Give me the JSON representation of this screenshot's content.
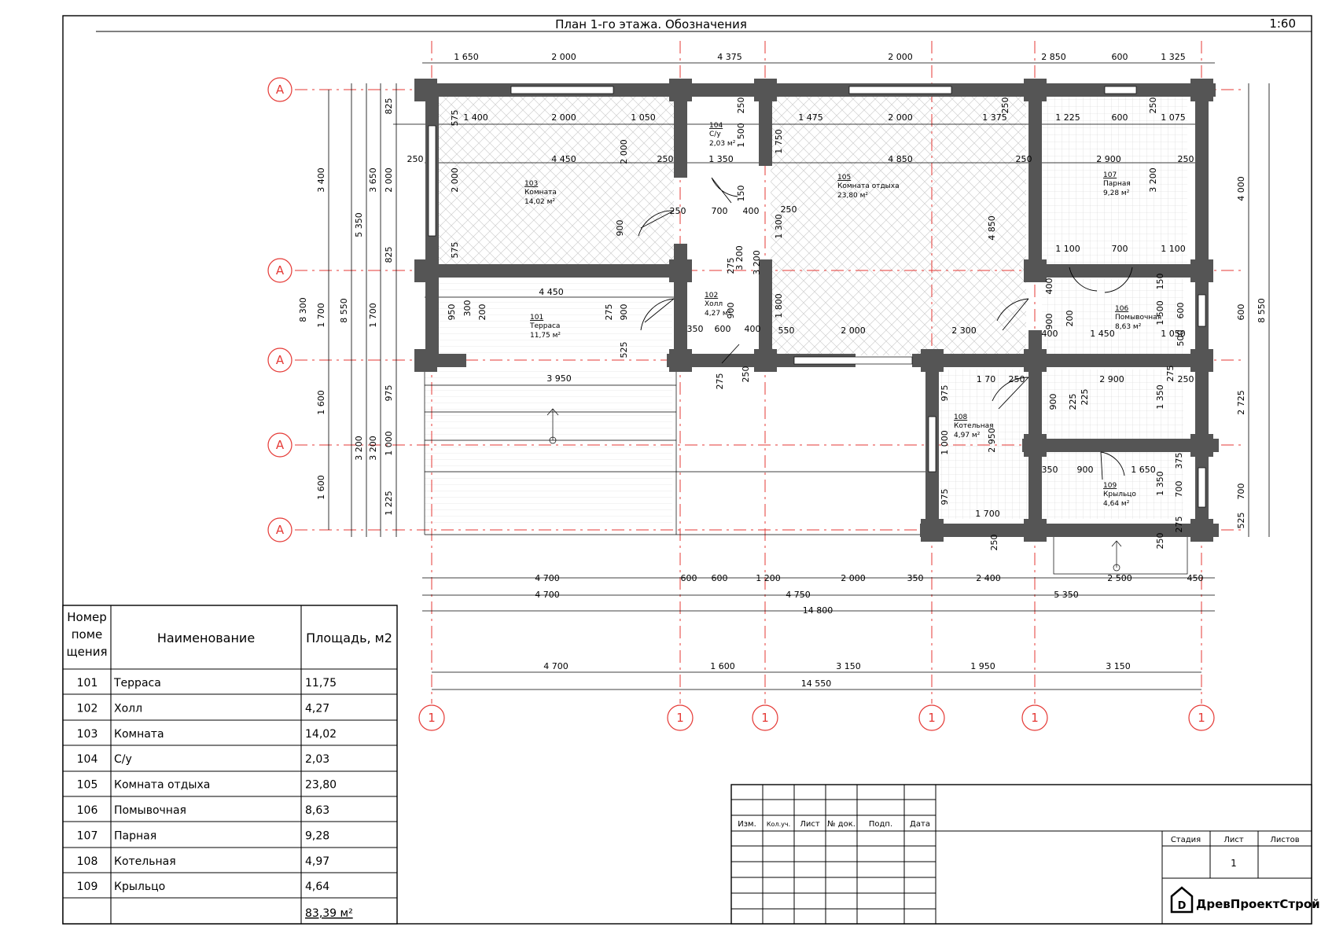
{
  "header": {
    "title": "План 1-го этажа. Обозначения",
    "scale": "1:60"
  },
  "rooms": [
    {
      "num": "101",
      "name": "Терраса",
      "area": "11,75 м²"
    },
    {
      "num": "102",
      "name": "Холл",
      "area": "4,27 м²"
    },
    {
      "num": "103",
      "name": "Комната",
      "area": "14,02 м²"
    },
    {
      "num": "104",
      "name": "С/у",
      "area": "2,03 м²"
    },
    {
      "num": "105",
      "name": "Комната отдыха",
      "area": "23,80 м²"
    },
    {
      "num": "106",
      "name": "Помывочная",
      "area": "8,63 м²"
    },
    {
      "num": "107",
      "name": "Парная",
      "area": "9,28 м²"
    },
    {
      "num": "108",
      "name": "Котельная",
      "area": "4,97 м²"
    },
    {
      "num": "109",
      "name": "Крыльцо",
      "area": "4,64 м²"
    }
  ],
  "axes": {
    "row_label": "А",
    "col_label": "1"
  },
  "dims": {
    "top": [
      "1 650",
      "2 000",
      "4 375",
      "2 000",
      "2 850",
      "600",
      "1 325"
    ],
    "bottom1": [
      "4 700",
      "600",
      "600",
      "1 200",
      "2 000",
      "350",
      "2 400",
      "2 500",
      "450"
    ],
    "bottom2": [
      "4 700",
      "4 750",
      "5 350"
    ],
    "bottom_total": "14 800",
    "axis_chain": [
      "4 700",
      "1 600",
      "3 150",
      "1 950",
      "3 150"
    ],
    "axis_total": "14 550",
    "left_outer": [
      "3 400",
      "1 700",
      "1 600",
      "1 600"
    ],
    "left_total": "8 300",
    "left_mid": [
      "5 350",
      "3 200"
    ],
    "left_total2": "8 550",
    "left_inner": [
      "3 650",
      "1 700",
      "3 200"
    ],
    "left_fine": [
      "825",
      "2 000",
      "825",
      "975",
      "1 000",
      "1 225"
    ],
    "right_outer": [
      "4 000",
      "600",
      "2 725",
      "700",
      "525"
    ],
    "right_total": "8 550",
    "interior": [
      "575",
      "1 400",
      "2 000",
      "1 050",
      "250",
      "4 450",
      "250",
      "2 000",
      "575",
      "250",
      "900",
      "2 000",
      "250",
      "1 350",
      "1 500",
      "250",
      "700",
      "400",
      "150",
      "1 475",
      "2 000",
      "1 375",
      "250",
      "1 750",
      "4 850",
      "250",
      "1 300",
      "1 800",
      "550",
      "2 000",
      "2 300",
      "4 850",
      "1 225",
      "600",
      "1 075",
      "250",
      "2 900",
      "250",
      "3 200",
      "1 100",
      "700",
      "1 100",
      "400",
      "900",
      "200",
      "400",
      "1 450",
      "1 050",
      "150",
      "1 500",
      "600",
      "500",
      "4 450",
      "950",
      "300",
      "200",
      "275",
      "900",
      "525",
      "3 950",
      "350",
      "600",
      "400",
      "275",
      "250",
      "1 70",
      "250",
      "2 900",
      "250",
      "975",
      "975",
      "2 950",
      "1 000",
      "1 700",
      "900",
      "225",
      "225",
      "1 350",
      "1 650",
      "350",
      "900",
      "1 350",
      "375",
      "700",
      "275",
      "250",
      "250",
      "275",
      "3 200",
      "3 200",
      "275",
      "900"
    ]
  },
  "legend": {
    "headers": [
      "Номер поме щения",
      "Наименование",
      "Площадь, м2"
    ],
    "rows": [
      {
        "num": "101",
        "name": "Терраса",
        "area": "11,75"
      },
      {
        "num": "102",
        "name": "Холл",
        "area": "4,27"
      },
      {
        "num": "103",
        "name": "Комната",
        "area": "14,02"
      },
      {
        "num": "104",
        "name": "С/у",
        "area": "2,03"
      },
      {
        "num": "105",
        "name": "Комната отдыха",
        "area": "23,80"
      },
      {
        "num": "106",
        "name": "Помывочная",
        "area": "8,63"
      },
      {
        "num": "107",
        "name": "Парная",
        "area": "9,28"
      },
      {
        "num": "108",
        "name": "Котельная",
        "area": "4,97"
      },
      {
        "num": "109",
        "name": "Крыльцо",
        "area": "4,64"
      }
    ],
    "total": "83,39 м²"
  },
  "stamp": {
    "cols": [
      "Изм.",
      "Кол.уч.",
      "Лист",
      "№ док.",
      "Подп.",
      "Дата"
    ],
    "stage": "Стадия",
    "sheet": "Лист",
    "sheets": "Листов",
    "sheet_no": "1",
    "company": "ДревПроектСтрой"
  },
  "colors": {
    "wall": "#555555",
    "axis": "#e53935",
    "line": "#000000",
    "hatch": "#bdbdbd"
  }
}
